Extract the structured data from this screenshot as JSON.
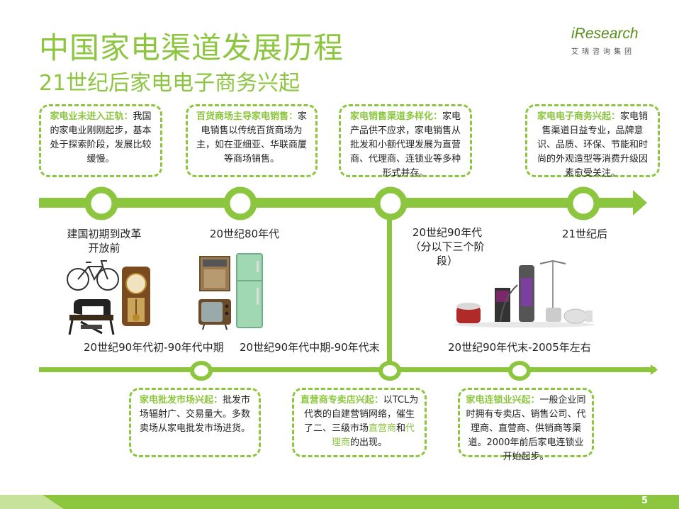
{
  "header": {
    "title": "中国家电渠道发展历程",
    "subtitle": "21世纪后家电电子商务兴起"
  },
  "logo": {
    "name": "iResearch",
    "sub": "艾瑞咨询集团"
  },
  "top_boxes": [
    {
      "head": "家电业未进入正轨：",
      "body": "我国的家电业刚刚起步，基本处于探索阶段，发展比较缓慢。"
    },
    {
      "head": "百货商场主导家电销售：",
      "body": "家电销售以传统百货商场为主，如在亚细亚、华联商厦等商场销售。"
    },
    {
      "head": "家电销售渠道多样化：",
      "body": "家电产品供不应求，家电销售从批发和小额代理发展为直营商、代理商、连锁业等多种形式并存。"
    },
    {
      "head": "家电电子商务兴起：",
      "body": "家电销售渠道日益专业，品牌意识、品质、环保、节能和时尚的外观造型等消费升级因素愈受关注。"
    }
  ],
  "eras": [
    "建国初期到改革开放前",
    "20世纪80年代",
    "20世纪90年代（分以下三个阶段）",
    "21世纪后"
  ],
  "periods": [
    "20世纪90年代初-90年代中期",
    "20世纪90年代中期-90年代末",
    "20世纪90年代末-2005年左右"
  ],
  "bottom_boxes": [
    {
      "head": "家电批发市场兴起：",
      "body": "批发市场辐射广、交易量大。多数卖场从家电批发市场进货。"
    },
    {
      "head": "直营商专卖店兴起：",
      "body_a": "以TCL为代表的自建营销网络，催生了二、三级市场",
      "g1": "直营商",
      "and": "和",
      "g2": "代理商",
      "tail": "的出现。"
    },
    {
      "head": "家电连锁业兴起：",
      "body": "一般企业同时拥有专卖店、销售公司、代理商、直营商、供销商等渠道。2000年前后家电连锁业开始起步。"
    }
  ],
  "page_number": "5",
  "colors": {
    "accent": "#8cc63f",
    "accent_dark": "#5a8f1e"
  }
}
